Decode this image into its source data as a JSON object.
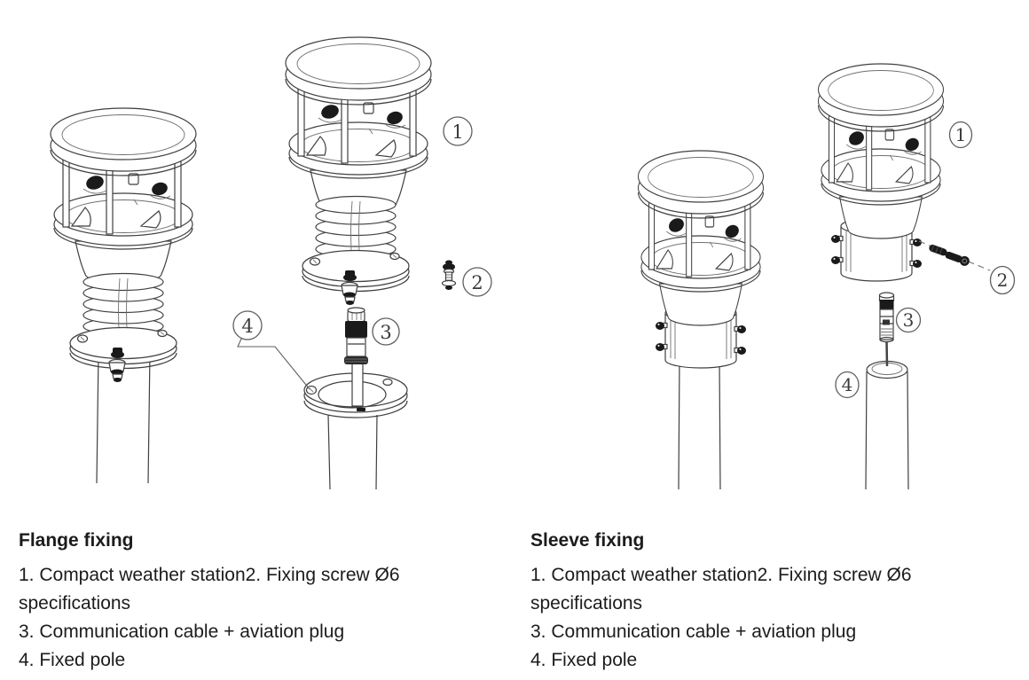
{
  "colors": {
    "background": "#ffffff",
    "line": "#3f3f3f",
    "text": "#1c1c1c"
  },
  "figures": {
    "flange": {
      "callouts": [
        {
          "label": "1"
        },
        {
          "label": "2"
        },
        {
          "label": "3"
        },
        {
          "label": "4"
        }
      ]
    },
    "sleeve": {
      "callouts": [
        {
          "label": "1"
        },
        {
          "label": "2"
        },
        {
          "label": "3"
        },
        {
          "label": "4"
        }
      ]
    }
  },
  "legend": {
    "flange": {
      "title": "Flange fixing",
      "lines": [
        "1. Compact weather station2. Fixing screw Ø6",
        "specifications",
        "3. Communication cable + aviation plug",
        "4. Fixed pole"
      ]
    },
    "sleeve": {
      "title": "Sleeve fixing",
      "lines": [
        "1. Compact weather station2. Fixing screw Ø6",
        "specifications",
        "3. Communication cable + aviation plug",
        "4. Fixed pole"
      ]
    }
  }
}
